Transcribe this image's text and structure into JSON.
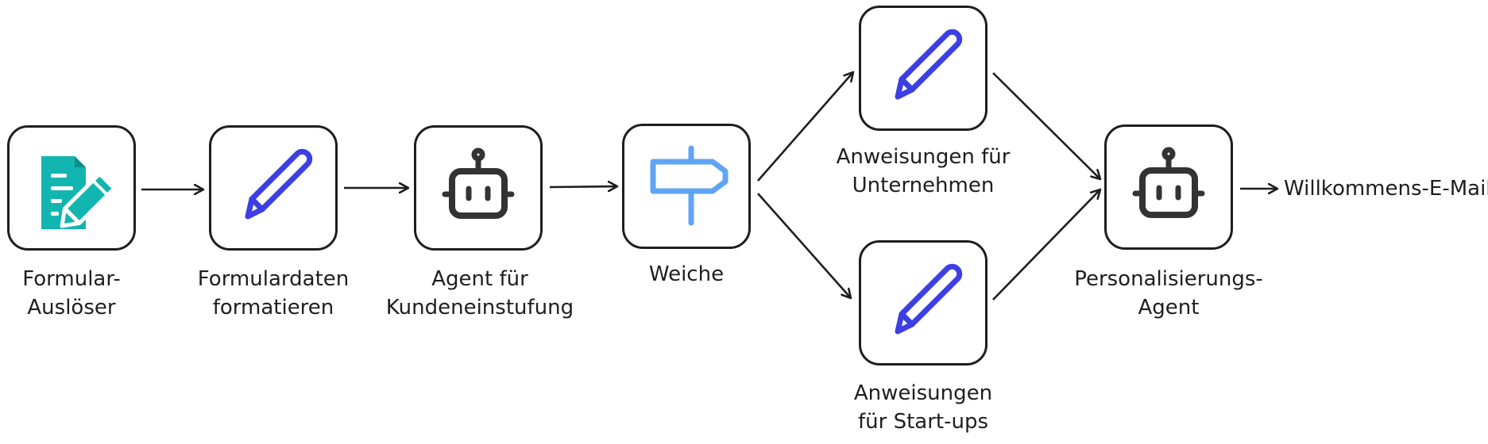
{
  "nodes": {
    "form_trigger": {
      "line1": "Formular-",
      "line2": "Auslöser",
      "icon": "form-edit-icon",
      "color": "#12b5b0"
    },
    "format_data": {
      "line1": "Formulardaten",
      "line2": "formatieren",
      "icon": "pencil-icon",
      "color": "#3b3fe4"
    },
    "classify_agent": {
      "line1": "Agent für",
      "line2": "Kundeneinstufung",
      "icon": "robot-icon",
      "color": "#333333"
    },
    "switch": {
      "line1": "Weiche",
      "icon": "signpost-icon",
      "color": "#60a5f5"
    },
    "business_instr": {
      "line1": "Anweisungen für",
      "line2": "Unternehmen",
      "icon": "pencil-icon",
      "color": "#3b3fe4"
    },
    "startup_instr": {
      "line1": "Anweisungen",
      "line2": "für Start-ups",
      "icon": "pencil-icon",
      "color": "#3b3fe4"
    },
    "personalize_agent": {
      "line1": "Personalisierungs-",
      "line2": "Agent",
      "icon": "robot-icon",
      "color": "#333333"
    }
  },
  "output": {
    "label": "Willkommens-E-Mail"
  }
}
